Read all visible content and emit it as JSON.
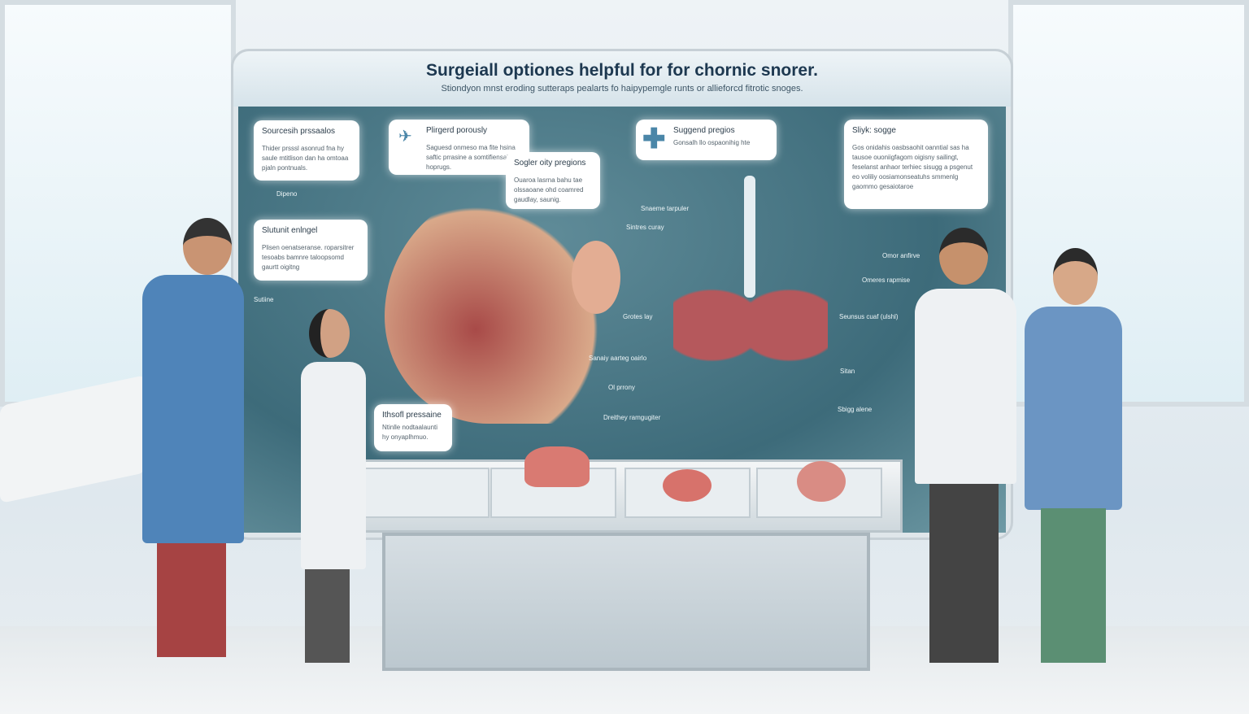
{
  "board": {
    "title": "Surgeiall optiones helpful for for chornic snorer.",
    "subtitle": "Stiondyon mnst eroding sutteraps pealarts fo haipypemgle runts or allieforcd fitrotic snoges."
  },
  "cards": [
    {
      "title": "Sourcesih prssaalos",
      "body": "Thider prsssl asonrud fna hy saule mtitlison dan ha omtoaa pjaln pontnuals."
    },
    {
      "title": "Plirgerd porously",
      "body": "Saguesd onmeso ma fite hsina saftic prrasine a somtifiensal hoprugs.",
      "icon": "airplane-icon"
    },
    {
      "title": "Sogler oity pregions",
      "body": "Ouaroa lasrna bahu tae olssaoane ohd coamred gaudlay, saunig."
    },
    {
      "title": "Slutunit enlngel",
      "body": "Plisen oenatseranse. roparsitrer tesoabs bamnre taloopsomd gaurtt oigitng"
    },
    {
      "title": "Suggend pregios",
      "body": "Gonsalh llo ospaonihig hte",
      "icon": "medical-cross-icon"
    },
    {
      "title": "Sliyk: sogge",
      "body": "Gos onidahis oasbsaohit oanntial sas ha tausoe ouoniigfagom oigisny sailingt, feselanst anhaor terhiec sisugg a psgenut eo voliliy oosiamonseatuhs smmenlg gaommo gesaiotaroe"
    },
    {
      "title": "Ithsofl pressaine",
      "body": "Ntinlle nodtaalaunti hy onyaplhmuo."
    }
  ],
  "labels": [
    "Dipeno",
    "Sutiine",
    "Snaeme tarpuler",
    "Sintres curay",
    "Grotes lay",
    "Sanaiy aarteg oairlo",
    "Ol prrony",
    "Dreithey ramgugiter",
    "Omor anfirve",
    "Omeres rapmise",
    "Seunsus cuaf (ulshl)",
    "Sitan",
    "Sbigg alene"
  ],
  "colors": {
    "screen": "#3d6b7a",
    "title": "#1d3850",
    "card": "#ffffff"
  }
}
